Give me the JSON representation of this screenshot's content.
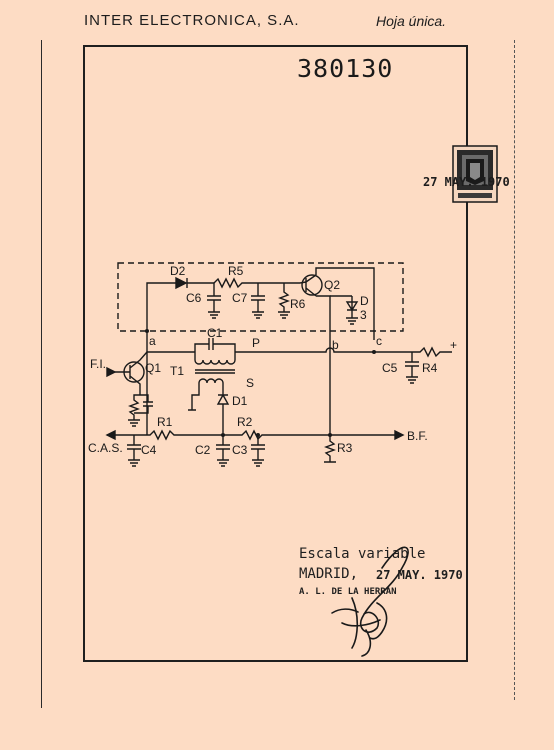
{
  "header": {
    "company": "INTER ELECTRONICA, S.A.",
    "sheet": "Hoja única.",
    "document_number": "380130"
  },
  "stamp": {
    "date": "27 MAY. 1970"
  },
  "circuit": {
    "labels": {
      "D2": "D2",
      "R5": "R5",
      "Q2": "Q2",
      "C6": "C6",
      "C7": "C7",
      "R6": "R6",
      "D3": "D",
      "D3b": "3",
      "a": "a",
      "b": "b",
      "c": "c",
      "C1": "C1",
      "P": "P",
      "plus": "+",
      "FI": "F.I.",
      "Q1": "Q1",
      "T1": "T1",
      "S": "S",
      "D1": "D1",
      "C5": "C5",
      "R4": "R4",
      "R1": "R1",
      "R2": "R2",
      "CAS": "C.A.S.",
      "C4": "C4",
      "C2": "C2",
      "C3": "C3",
      "R3": "R3",
      "BF": "B.F."
    }
  },
  "footer": {
    "scale": "Escala variable",
    "city": "MADRID,",
    "date": "27 MAY. 1970",
    "official": "A. L. DE LA HERRAN"
  },
  "colors": {
    "paper": "#fddcc4",
    "ink": "#1a1a1a"
  }
}
